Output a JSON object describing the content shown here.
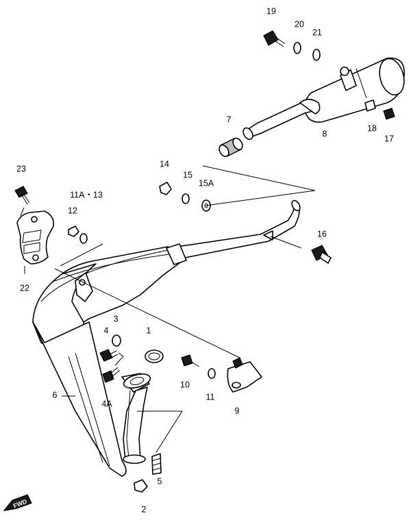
{
  "labels": {
    "p1": "1",
    "p2": "2",
    "p3": "3",
    "p4": "4",
    "p4a": "4A",
    "p5": "5",
    "p6": "6",
    "p7": "7",
    "p8": "8",
    "p9": "9",
    "p10": "10",
    "p11": "11",
    "p11a13": "11A・13",
    "p12": "12",
    "p14": "14",
    "p15": "15",
    "p15a": "15A",
    "p16": "16",
    "p17": "17",
    "p18": "18",
    "p19": "19",
    "p20": "20",
    "p21": "21",
    "p22": "22",
    "p23": "23"
  },
  "fwd": {
    "label": "FWD"
  }
}
